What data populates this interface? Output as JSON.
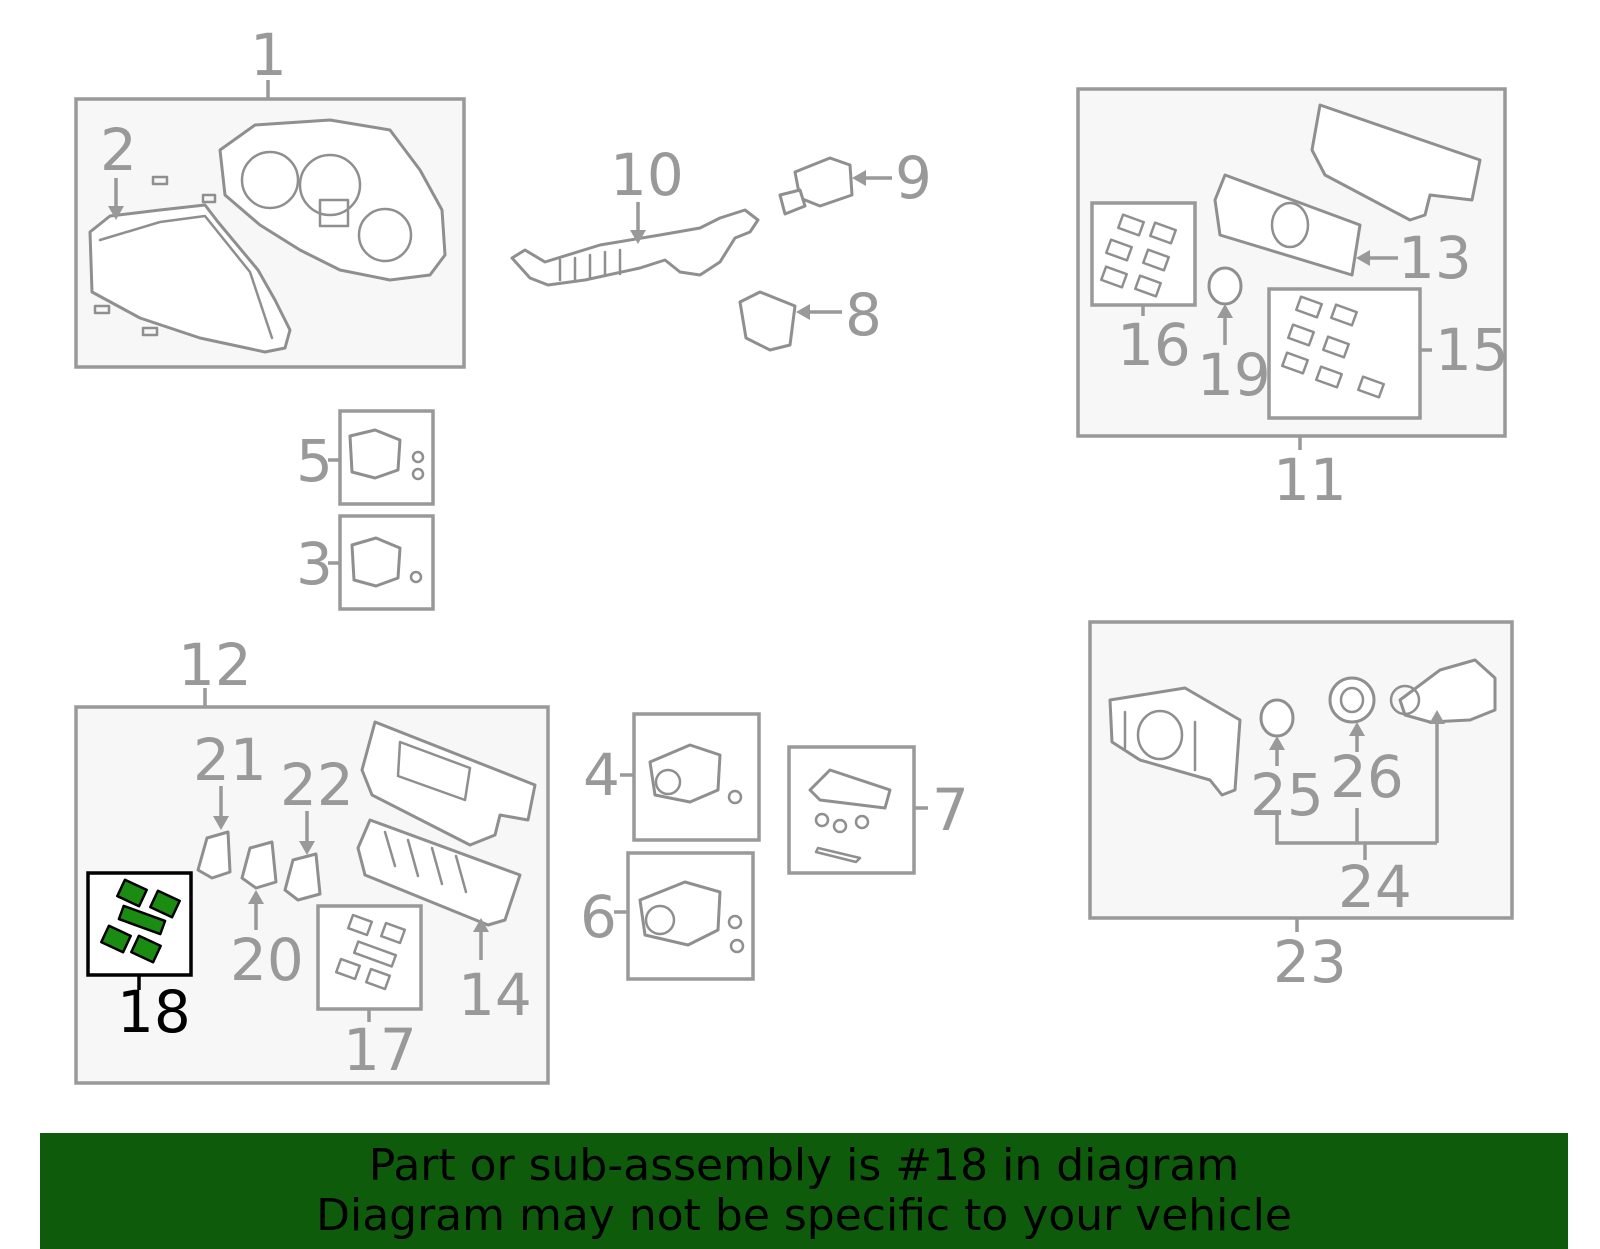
{
  "diagram": {
    "highlight_color": "#1a8c12",
    "banner_color": "#0e5c0b",
    "callouts": {
      "c1": "1",
      "c2": "2",
      "c3": "3",
      "c4": "4",
      "c5": "5",
      "c6": "6",
      "c7": "7",
      "c8": "8",
      "c9": "9",
      "c10": "10",
      "c11": "11",
      "c12": "12",
      "c13": "13",
      "c14": "14",
      "c15": "15",
      "c16": "16",
      "c17": "17",
      "c18": "18",
      "c19": "19",
      "c20": "20",
      "c21": "21",
      "c22": "22",
      "c23": "23",
      "c24": "24",
      "c25": "25",
      "c26": "26"
    },
    "highlighted_part": "18"
  },
  "banner": {
    "line1": "Part or sub-assembly is #18 in diagram",
    "line2": "Diagram may not be specific to your vehicle"
  }
}
